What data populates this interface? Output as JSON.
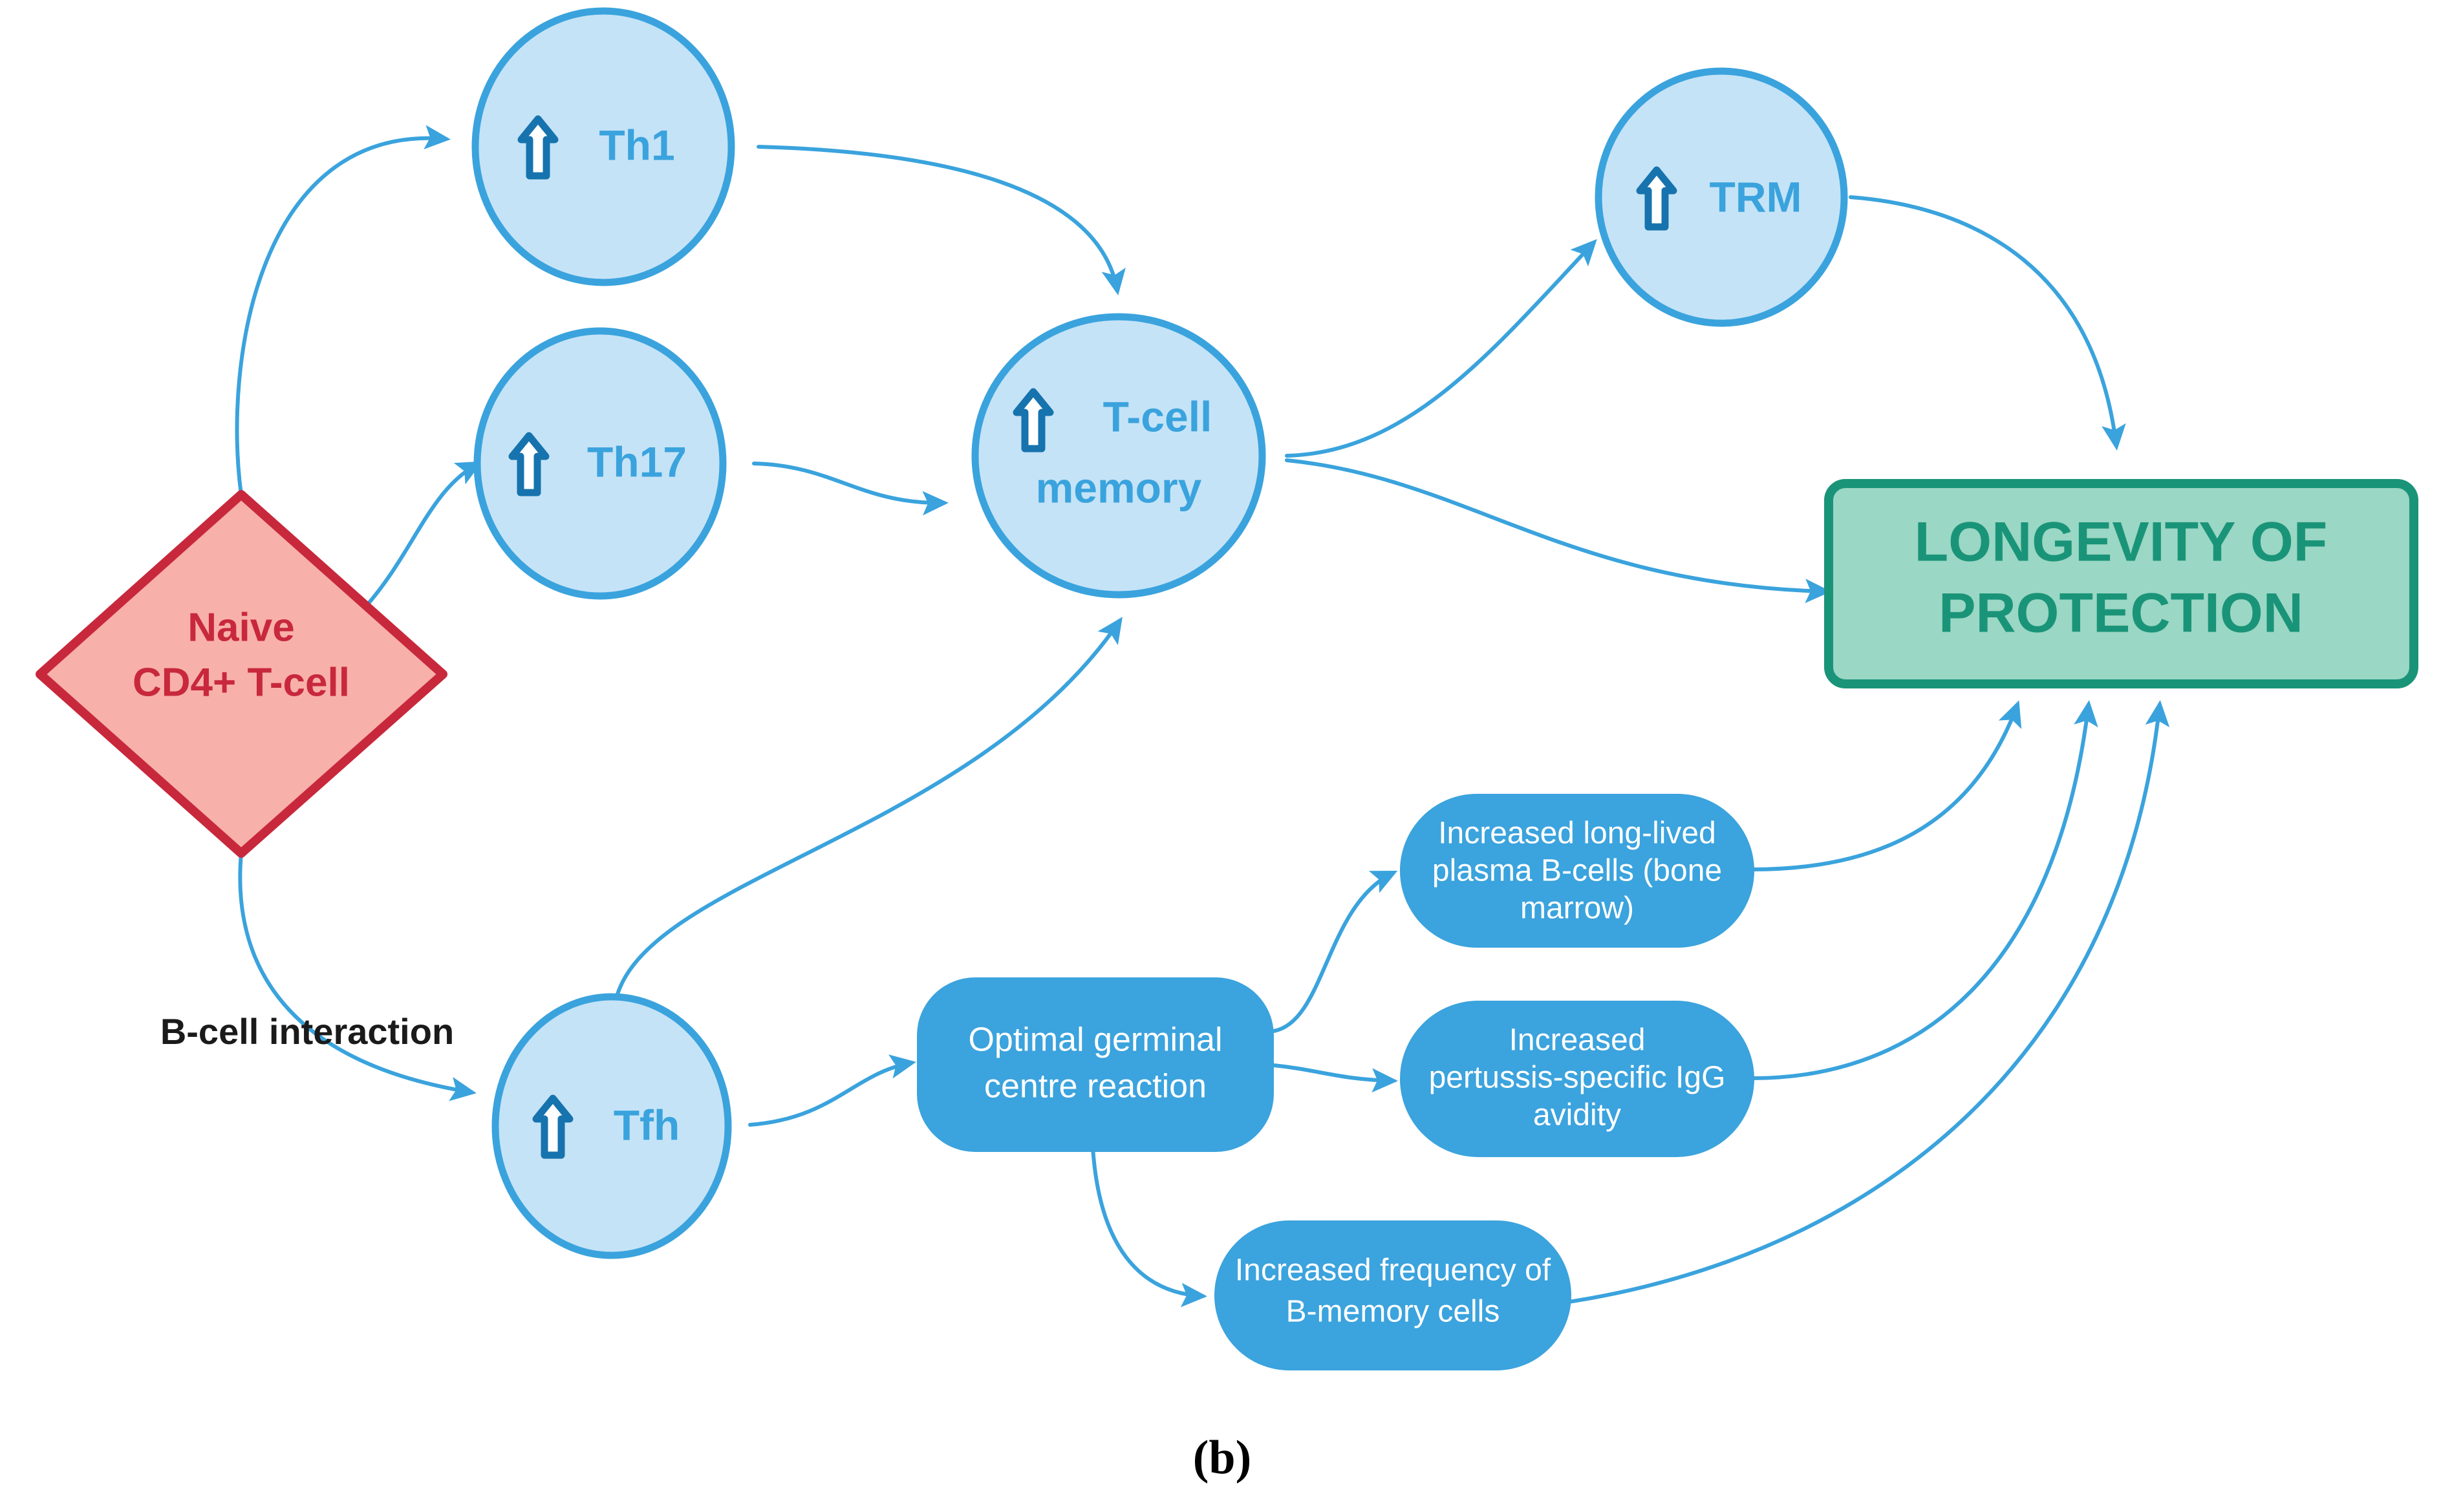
{
  "figure": {
    "caption": "(b)",
    "colors": {
      "circle_fill": "#c5e3f7",
      "circle_stroke": "#3aa3dd",
      "pill_fill": "#3ba3dd",
      "pill_text": "#ffffff",
      "diamond_fill": "#f8b0aa",
      "diamond_stroke": "#c8283c",
      "diamond_text": "#c8283c",
      "goal_fill": "#9ad7c4",
      "goal_stroke": "#1a9478",
      "goal_text": "#1a9478",
      "edge": "#3aa3dd",
      "edge_label_text": "#1a1a1a",
      "up_arrow_glyph_stroke": "#1673ae"
    }
  },
  "nodes": {
    "naive": {
      "label_line1": "Naive",
      "label_line2": "CD4+ T-cell",
      "shape": "diamond"
    },
    "th1": {
      "icon": "up-arrow-icon",
      "label": "Th1",
      "shape": "circle"
    },
    "th17": {
      "icon": "up-arrow-icon",
      "label": "Th17",
      "shape": "circle"
    },
    "tfh": {
      "icon": "up-arrow-icon",
      "label": "Tfh",
      "shape": "circle"
    },
    "tcell_memory": {
      "icon": "up-arrow-icon",
      "label_line1": "T-cell",
      "label_line2": "memory",
      "shape": "circle"
    },
    "trm": {
      "icon": "up-arrow-icon",
      "label": "TRM",
      "shape": "circle"
    },
    "germinal": {
      "label_line1": "Optimal germinal",
      "label_line2": "centre reaction",
      "shape": "rounded-rect"
    },
    "plasma_b": {
      "label_line1": "Increased long-lived",
      "label_line2": "plasma B-cells (bone",
      "label_line3": "marrow)",
      "shape": "rounded-rect"
    },
    "igg_avidity": {
      "label_line1": "Increased",
      "label_line2": "pertussis-specific IgG",
      "label_line3": "avidity",
      "shape": "rounded-rect"
    },
    "b_memory": {
      "label_line1": "Increased frequency of",
      "label_line2": "B-memory cells",
      "shape": "rounded-rect"
    },
    "longevity": {
      "label_line1": "LONGEVITY OF",
      "label_line2": "PROTECTION",
      "shape": "rect"
    }
  },
  "edges": {
    "b_cell_interaction_label": "B-cell interaction",
    "list": [
      {
        "from": "naive",
        "to": "th1"
      },
      {
        "from": "naive",
        "to": "th17"
      },
      {
        "from": "naive",
        "to": "tfh",
        "label": "B-cell interaction"
      },
      {
        "from": "th1",
        "to": "tcell_memory"
      },
      {
        "from": "th17",
        "to": "tcell_memory"
      },
      {
        "from": "tfh",
        "to": "tcell_memory"
      },
      {
        "from": "tfh",
        "to": "germinal"
      },
      {
        "from": "tcell_memory",
        "to": "trm"
      },
      {
        "from": "tcell_memory",
        "to": "longevity"
      },
      {
        "from": "trm",
        "to": "longevity"
      },
      {
        "from": "germinal",
        "to": "plasma_b"
      },
      {
        "from": "germinal",
        "to": "igg_avidity"
      },
      {
        "from": "germinal",
        "to": "b_memory"
      },
      {
        "from": "plasma_b",
        "to": "longevity"
      },
      {
        "from": "igg_avidity",
        "to": "longevity"
      },
      {
        "from": "b_memory",
        "to": "longevity"
      }
    ]
  }
}
